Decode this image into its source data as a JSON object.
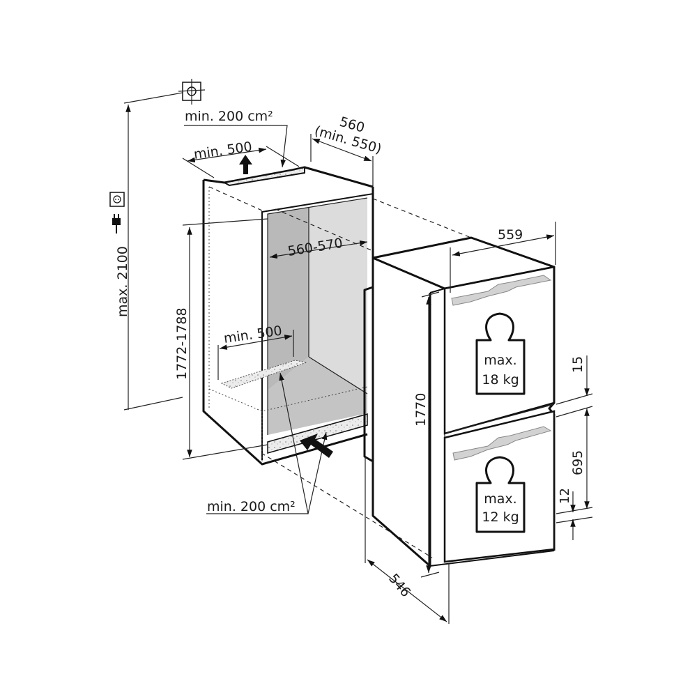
{
  "diagram": {
    "subject": "Built-in fridge-freezer installation dimensions",
    "units": "mm",
    "colors": {
      "line": "#111111",
      "niche_interior_dark": "#b9b9b9",
      "niche_interior_light": "#dcdcdc",
      "vent_fill": "#ececec",
      "hinge_plate": "#d2d2d2",
      "background": "#ffffff"
    },
    "icons": {
      "water_connection": "crosshair-circle-square-icon",
      "power_socket": "socket-icon",
      "power_plug": "plug-icon",
      "weight_upper": "weight-icon",
      "weight_lower": "weight-icon",
      "airflow_out": "arrow-up-icon",
      "airflow_in": "arrow-diagonal-icon"
    },
    "labels": {
      "top_vent_area": "min. 200 cm²",
      "top_vent_width": "min. 500",
      "niche_depth_line1": "560",
      "niche_depth_line2": "(min. 550)",
      "max_height": "max. 2100",
      "niche_width": "560-570",
      "niche_height": "1772-1788",
      "floor_vent_width": "min. 500",
      "bottom_vent_area": "min. 200 cm²",
      "appliance_width": "559",
      "appliance_height": "1770",
      "appliance_depth": "546",
      "door_gap_top": "15",
      "lower_door_height": "695",
      "door_gap_bottom": "12"
    },
    "weights": {
      "upper_door": {
        "line1": "max.",
        "line2": "18 kg"
      },
      "lower_door": {
        "line1": "max.",
        "line2": "12 kg"
      }
    }
  }
}
